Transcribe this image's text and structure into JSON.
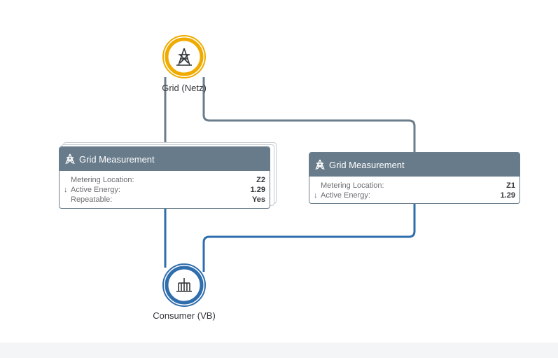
{
  "nodes": {
    "grid": {
      "label": "Grid (Netz)",
      "icon": "transmission-tower-icon",
      "ring_color": "#f0ab00"
    },
    "consumer": {
      "label": "Consumer (VB)",
      "icon": "ground-connection-icon",
      "ring_color": "#2f6ead"
    }
  },
  "cards": [
    {
      "title": "Grid Measurement",
      "icon": "transmission-tower-icon",
      "stacked": true,
      "rows": [
        {
          "label": "Metering Location:",
          "value": "Z2",
          "arrow": false
        },
        {
          "label": "Active Energy:",
          "value": "1.29",
          "arrow": true
        },
        {
          "label": "Repeatable:",
          "value": "Yes",
          "arrow": false
        }
      ]
    },
    {
      "title": "Grid Measurement",
      "icon": "transmission-tower-icon",
      "stacked": false,
      "rows": [
        {
          "label": "Metering Location:",
          "value": "Z1",
          "arrow": false
        },
        {
          "label": "Active Energy:",
          "value": "1.29",
          "arrow": true
        }
      ]
    }
  ],
  "colors": {
    "line_upper": "#6a7d8c",
    "line_lower": "#2f6ead",
    "header_bg": "#687b8a"
  }
}
